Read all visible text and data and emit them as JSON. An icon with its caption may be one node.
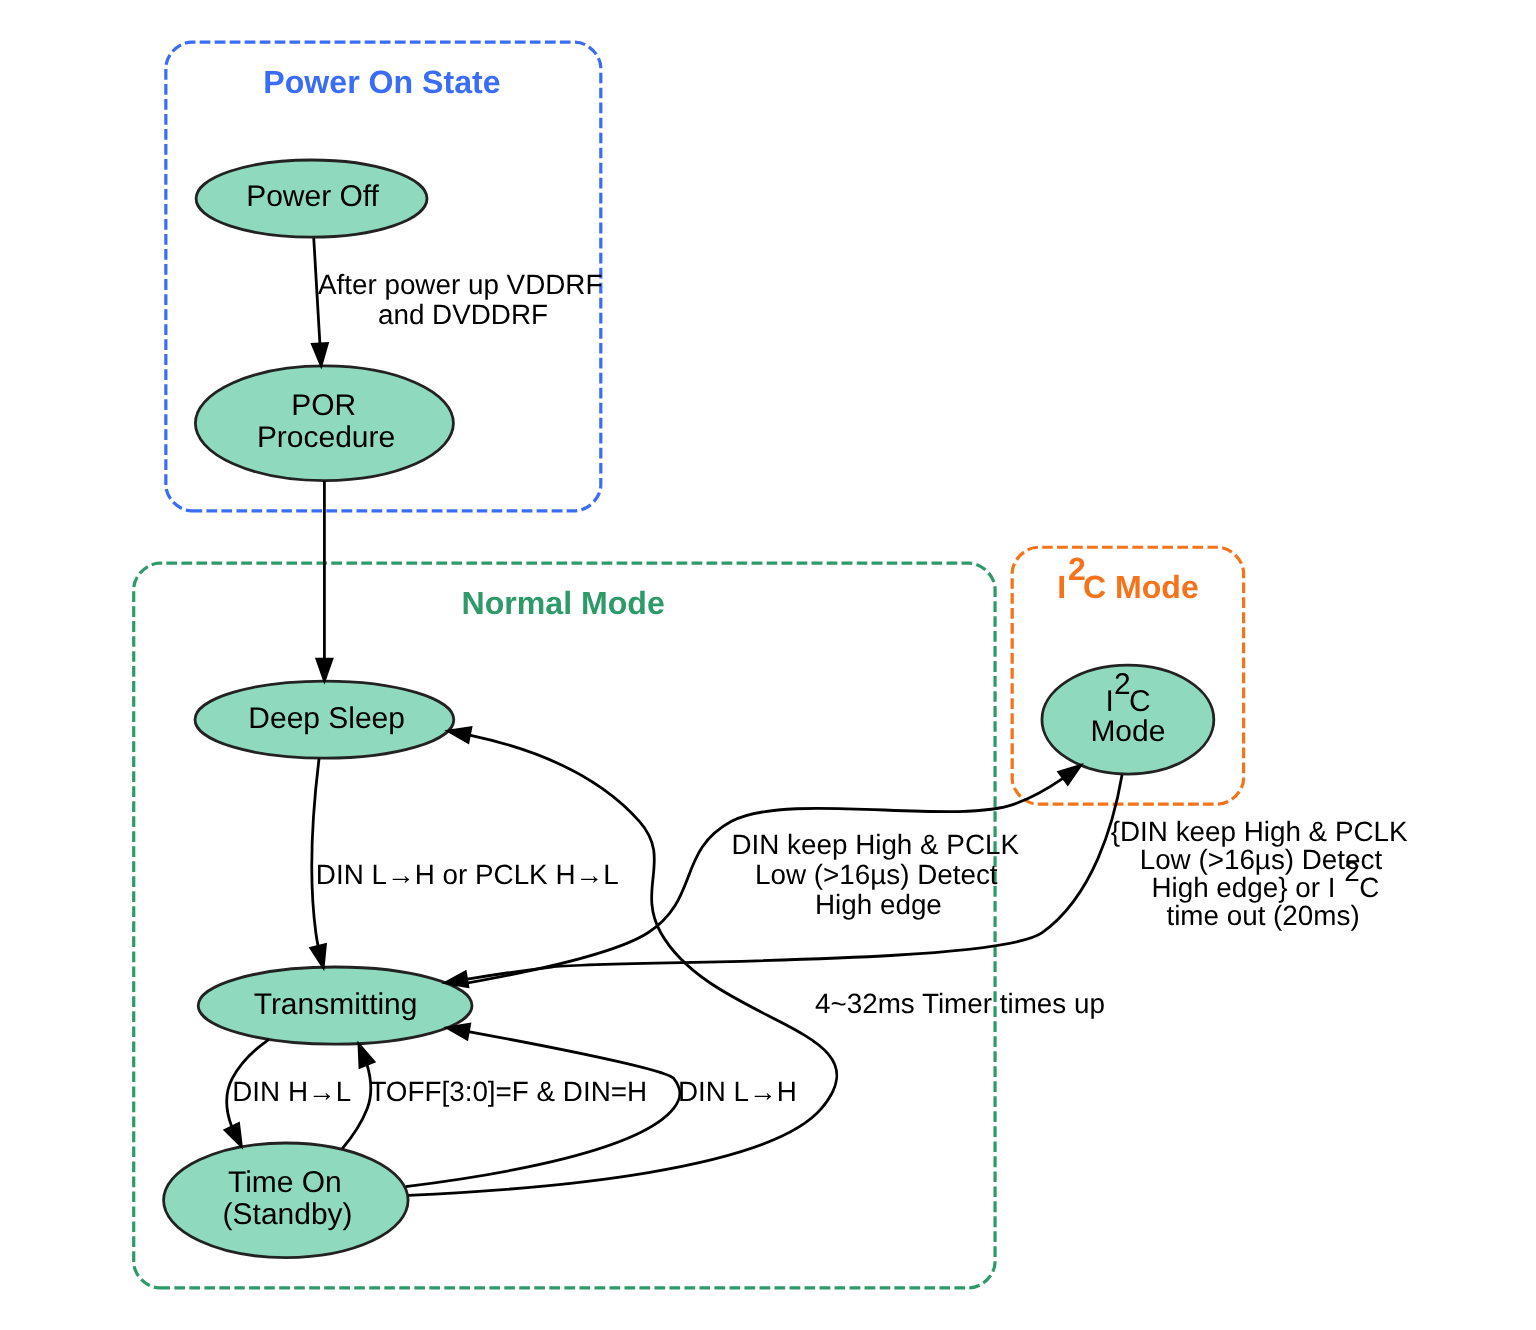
{
  "diagram": {
    "nodes": [
      {
        "text": [
          "Power On State"
        ]
      },
      {
        "text": [
          "Power Off"
        ],
        "in": 0
      },
      {
        "text": [
          "POR Procedure"
        ],
        "in": 0
      },
      {
        "text": [
          "Normal Mode"
        ]
      },
      {
        "text": [
          "Deep Sleep"
        ],
        "in": 3
      },
      {
        "text": [
          "Transmitting"
        ],
        "in": 3
      },
      {
        "text": [
          "Time On (Standby)"
        ],
        "in": 3
      },
      {
        "text": [
          "I$^{2}$C Mode"
        ]
      },
      {
        "text": [
          "I$^{2}$C Mode"
        ],
        "in": 7
      }
    ],
    "edges": [
      {
        "from": 1,
        "to": 2,
        "arrow": "to",
        "label": "After power up VDDRF and DVDDRF"
      },
      {
        "from": 2,
        "to": 4,
        "arrow": "to"
      },
      {
        "from": 4,
        "to": 5,
        "arrow": "to",
        "label": "DIN L→H or PCLK H→L"
      },
      {
        "from": 5,
        "to": 6,
        "arrow": "to",
        "label": "DIN H→L"
      },
      {
        "from": 6,
        "to": 5,
        "arrow": "to",
        "label": "TOFF[3:0]=F & DIN=H"
      },
      {
        "from": 6,
        "to": 5,
        "arrow": "to",
        "label": "DIN L→H"
      },
      {
        "from": 6,
        "to": 4,
        "arrow": "to",
        "label": "4~32ms Timer times up"
      },
      {
        "from": 5,
        "to": 8,
        "arrow": "to",
        "label": "DIN keep High & PCLK Low (>16µs) Detect High edge"
      },
      {
        "from": 8,
        "to": 5,
        "arrow": "to",
        "label": "{DIN keep High & PCLK Low (>16µs) Detect High edge} or I$^{2}$C time out (20ms)"
      }
    ]
  }
}
